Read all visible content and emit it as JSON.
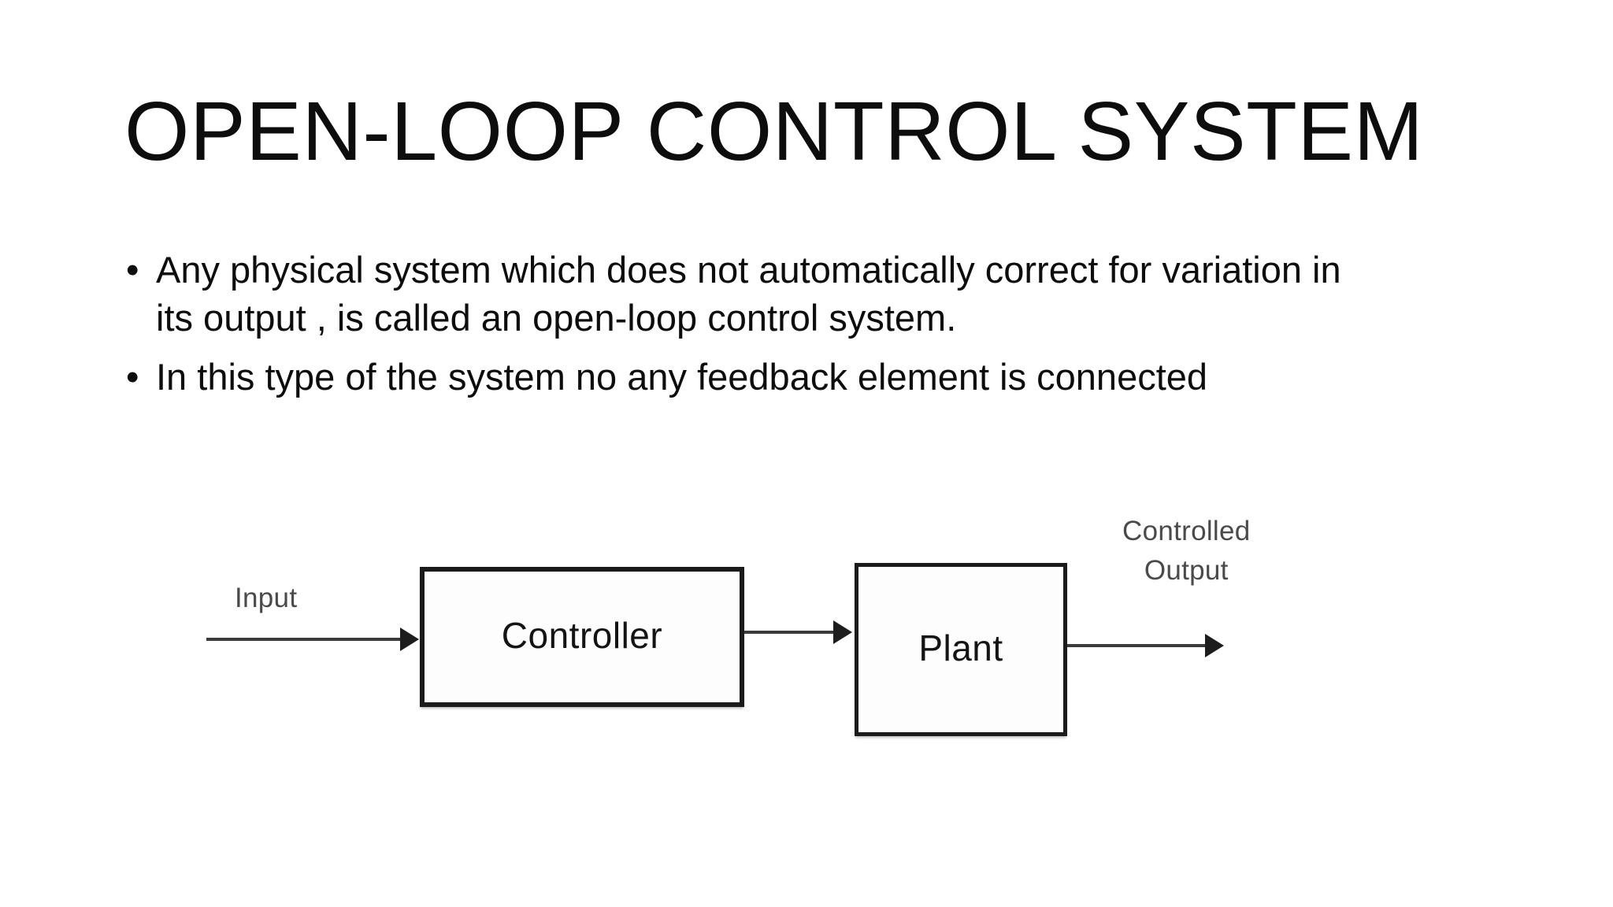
{
  "slide": {
    "title": "OPEN-LOOP CONTROL SYSTEM",
    "bullets": [
      "Any physical system which does not automatically correct for variation in its output , is called an open-loop control system.",
      "In this type of the system no any feedback element is connected"
    ],
    "bullet_marker": "•"
  },
  "diagram": {
    "type": "block-diagram",
    "blocks": [
      {
        "id": "controller",
        "label": "Controller"
      },
      {
        "id": "plant",
        "label": "Plant"
      }
    ],
    "labels": {
      "input": "Input",
      "output_line1": "Controlled",
      "output_line2": "Output"
    },
    "colors": {
      "box_border": "#1b1b1b",
      "box_fill": "#fdfdfd",
      "arrow": "#3b3b3b",
      "label_text": "#4a4a4a"
    }
  },
  "theme": {
    "background": "#ffffff",
    "text": "#0d0d0d"
  }
}
